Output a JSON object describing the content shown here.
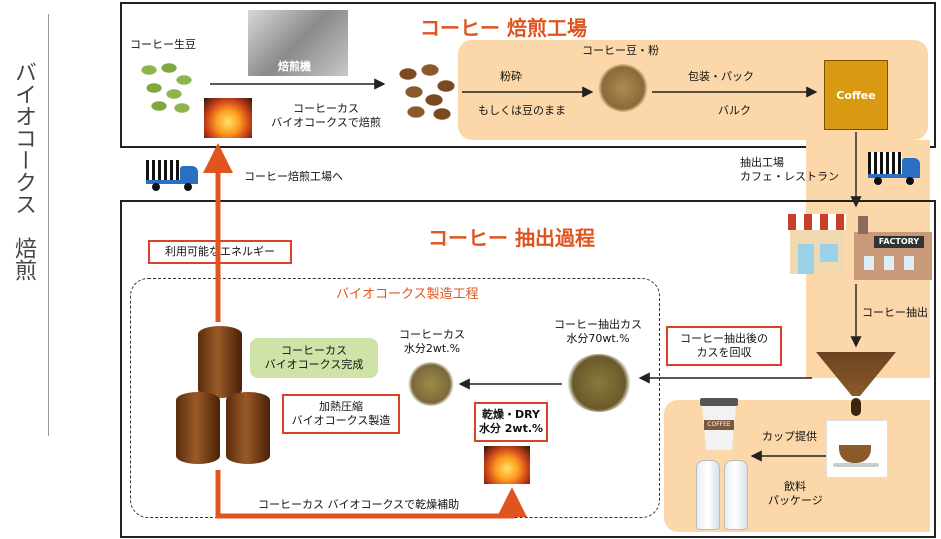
{
  "side_title": "バイオコークス　焙煎",
  "roasting": {
    "title": "コーヒー 焙煎工場",
    "green_beans": "コーヒー生豆",
    "roaster": "焙煎機",
    "coffee_grounds_line1": "コーヒーカス",
    "coffee_grounds_line2": "バイオコークスで焙煎",
    "beans_powder": "コーヒー豆・粉",
    "grind": "粉砕",
    "or_whole": "もしくは豆のまま",
    "packaging": "包装・パック",
    "bulk": "バルク",
    "coffee_label": "Coffee"
  },
  "transport": {
    "to_roasting": "コーヒー焙煎工場へ",
    "extraction_line1": "抽出工場",
    "extraction_line2": "カフェ・レストラン",
    "factory_label": "FACTORY"
  },
  "extraction": {
    "title": "コーヒー 抽出過程",
    "usable_energy": "利用可能なエネルギー",
    "biocoke_process": "バイオコークス製造工程",
    "extract": "コーヒー抽出",
    "collect_line1": "コーヒー抽出後の",
    "collect_line2": "カスを回収",
    "spent_line1": "コーヒー抽出カス",
    "spent_line2": "水分70wt.%",
    "dried_line1": "コーヒーカス",
    "dried_line2": "水分2wt.%",
    "complete_line1": "コーヒーカス",
    "complete_line2": "バイオコークス完成",
    "press_line1": "加熱圧縮",
    "press_line2": "バイオコークス製造",
    "dry_line1": "乾燥・DRY",
    "dry_line2": "水分 2wt.%",
    "dry_assist": "コーヒーカス バイオコークスで乾燥補助",
    "cup": "カップ提供",
    "drink_line1": "飲料",
    "drink_line2": "パッケージ",
    "cup_label": "COFFEE"
  }
}
